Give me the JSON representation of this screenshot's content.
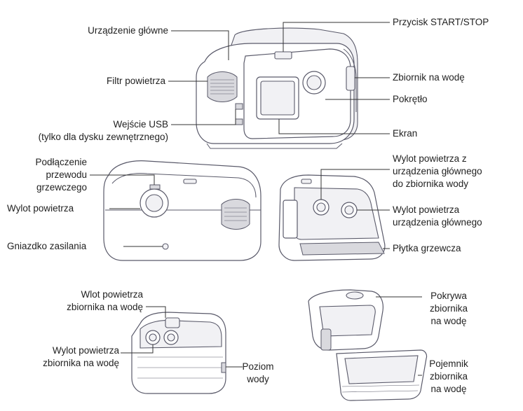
{
  "labels": {
    "main_unit": "Urządzenie główne",
    "start_stop": "Przycisk START/STOP",
    "air_filter": "Filtr powietrza",
    "water_tank": "Zbiornik na wodę",
    "knob": "Pokrętło",
    "usb_line1": "Wejście USB",
    "usb_line2": "(tylko dla dysku zewnętrznego)",
    "screen": "Ekran",
    "heater_conn_line1": "Podłączenie",
    "heater_conn_line2": "przewodu",
    "heater_conn_line3": "grzewczego",
    "air_outlet": "Wylot powietrza",
    "power_socket": "Gniazdko zasilania",
    "outlet_to_tank_line1": "Wylot powietrza z",
    "outlet_to_tank_line2": "urządzenia głównego",
    "outlet_to_tank_line3": "do zbiornika wody",
    "main_outlet_line1": "Wylot powietrza",
    "main_outlet_line2": "urządzenia głównego",
    "heater_plate": "Płytka grzewcza",
    "tank_inlet_line1": "Wlot powietrza",
    "tank_inlet_line2": "zbiornika na wodę",
    "tank_outlet_line1": "Wylot powietrza",
    "tank_outlet_line2": "zbiornika na wodę",
    "water_level_line1": "Poziom",
    "water_level_line2": "wody",
    "tank_cover_line1": "Pokrywa",
    "tank_cover_line2": "zbiornika",
    "tank_cover_line3": "na wodę",
    "tank_container_line1": "Pojemnik",
    "tank_container_line2": "zbiornika",
    "tank_container_line3": "na wodę"
  },
  "colors": {
    "line": "#5a5a6a",
    "text": "#222222",
    "background": "#ffffff"
  }
}
